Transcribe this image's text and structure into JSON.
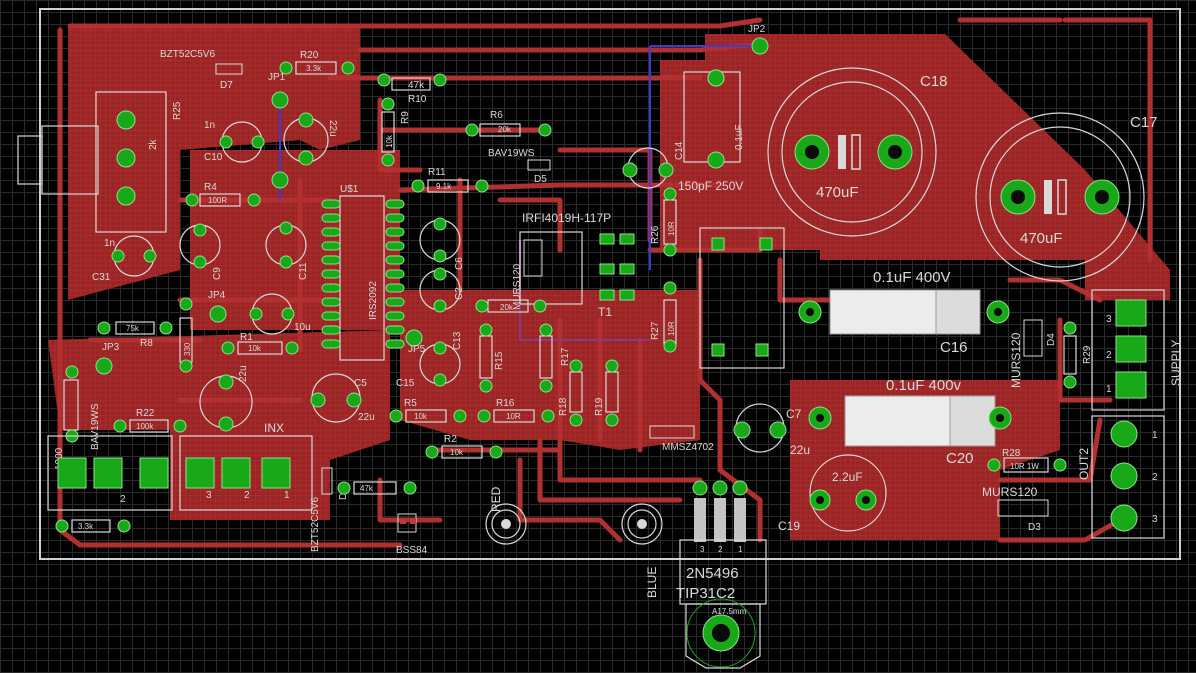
{
  "theme": {
    "background": "#000000",
    "grid": "#2a2a2a",
    "copper": "#9b2424",
    "copper_hatch": "#b83a3a",
    "pad": "#18a818",
    "silk": "#d9d9d9",
    "board_outline": "#cfcfcf",
    "bottom_trace": "#3b3bd6",
    "extra_trace": "#8a3a8a"
  },
  "components": {
    "c18": {
      "ref": "C18",
      "value": "470uF"
    },
    "c17": {
      "ref": "C17",
      "value": "470uF"
    },
    "c16": {
      "ref": "C16",
      "value": "0.1uF 400V"
    },
    "c20": {
      "ref": "C20",
      "value": "0.1uF 400v"
    },
    "c19": {
      "ref": "C19",
      "value": "2.2uF"
    },
    "c7": {
      "ref": "C7",
      "value": "22u"
    },
    "c5": {
      "ref": "C5",
      "value": "22u"
    },
    "c14": {
      "ref": "C14",
      "value": "0.1uF"
    },
    "c12_value": "150pF 250V",
    "c10": {
      "ref": "C10",
      "value": "1n"
    },
    "c31": {
      "ref": "C31",
      "value": "1n"
    },
    "c8_value": "10u",
    "c3_value": "22u",
    "c15": "C15",
    "c9": "C9",
    "c11": "C11",
    "c6": "C6",
    "c2": "C2",
    "c13": "C13",
    "c4_22u": "22u",
    "r25": {
      "ref": "R25",
      "value": "2k"
    },
    "r20": {
      "ref": "R20",
      "value": "3.3k"
    },
    "r10": {
      "ref": "R10",
      "value": "47k"
    },
    "r6": {
      "ref": "R6",
      "value": "20k"
    },
    "r9": {
      "ref": "R9",
      "value": "10k"
    },
    "r11": {
      "ref": "R11",
      "value": "9.1k"
    },
    "r4": {
      "ref": "R4",
      "value": "100R"
    },
    "r8": {
      "ref": "R8",
      "value": "75k"
    },
    "r1": {
      "ref": "R1",
      "value": "10k"
    },
    "r3_value": "330",
    "r22": {
      "ref": "R22",
      "value": "100k"
    },
    "r5": {
      "ref": "R5",
      "value": "10k"
    },
    "r16": {
      "ref": "R16",
      "value": "10R"
    },
    "r2": {
      "ref": "R2",
      "value": "10k"
    },
    "r7_value": "47k",
    "r21_value": "3.3k",
    "r26": {
      "ref": "R26",
      "value": "10R"
    },
    "r27": {
      "ref": "R27",
      "value": "10R"
    },
    "r28": {
      "ref": "R28",
      "value": "10R 1W"
    },
    "r29": "R29",
    "r13_value": "20k",
    "r17": "R17",
    "r18": "R18",
    "r19": "R19",
    "r15": "R15",
    "u1": {
      "ref": "U$1",
      "value": "IRS2092"
    },
    "q_mosfet": "IRFI4019H-117P",
    "t1": "T1",
    "d5": {
      "ref": "D5",
      "value": "BAV19WS"
    },
    "d7": {
      "ref": "D7",
      "value": "BZT52C5V6"
    },
    "d6": {
      "ref": "D6",
      "value": "BZT52C5V6"
    },
    "d1_value": "MURS120",
    "d3": {
      "ref": "D3",
      "value": "MURS120"
    },
    "d4": "MURS120",
    "d4_ref": "D4",
    "mmsz": "MMSZ4702",
    "bss84": "BSS84",
    "tip": {
      "line1": "2N5496",
      "line2": "TIP31C2",
      "pins": [
        "3",
        "2",
        "1"
      ],
      "heatsink": "A17.5mm"
    },
    "jp1": "JP1",
    "jp2": "JP2",
    "jp3": "JP3",
    "jp4": "JP4",
    "jp5": "JP5",
    "inx": "INX",
    "supply": "SUPPLY",
    "out2": "OUT2",
    "red": "RED",
    "blue": "BLUE",
    "bav_left": "BAV19WS",
    "r_1000": "1000",
    "pin_labels": [
      "1",
      "2",
      "3"
    ]
  }
}
